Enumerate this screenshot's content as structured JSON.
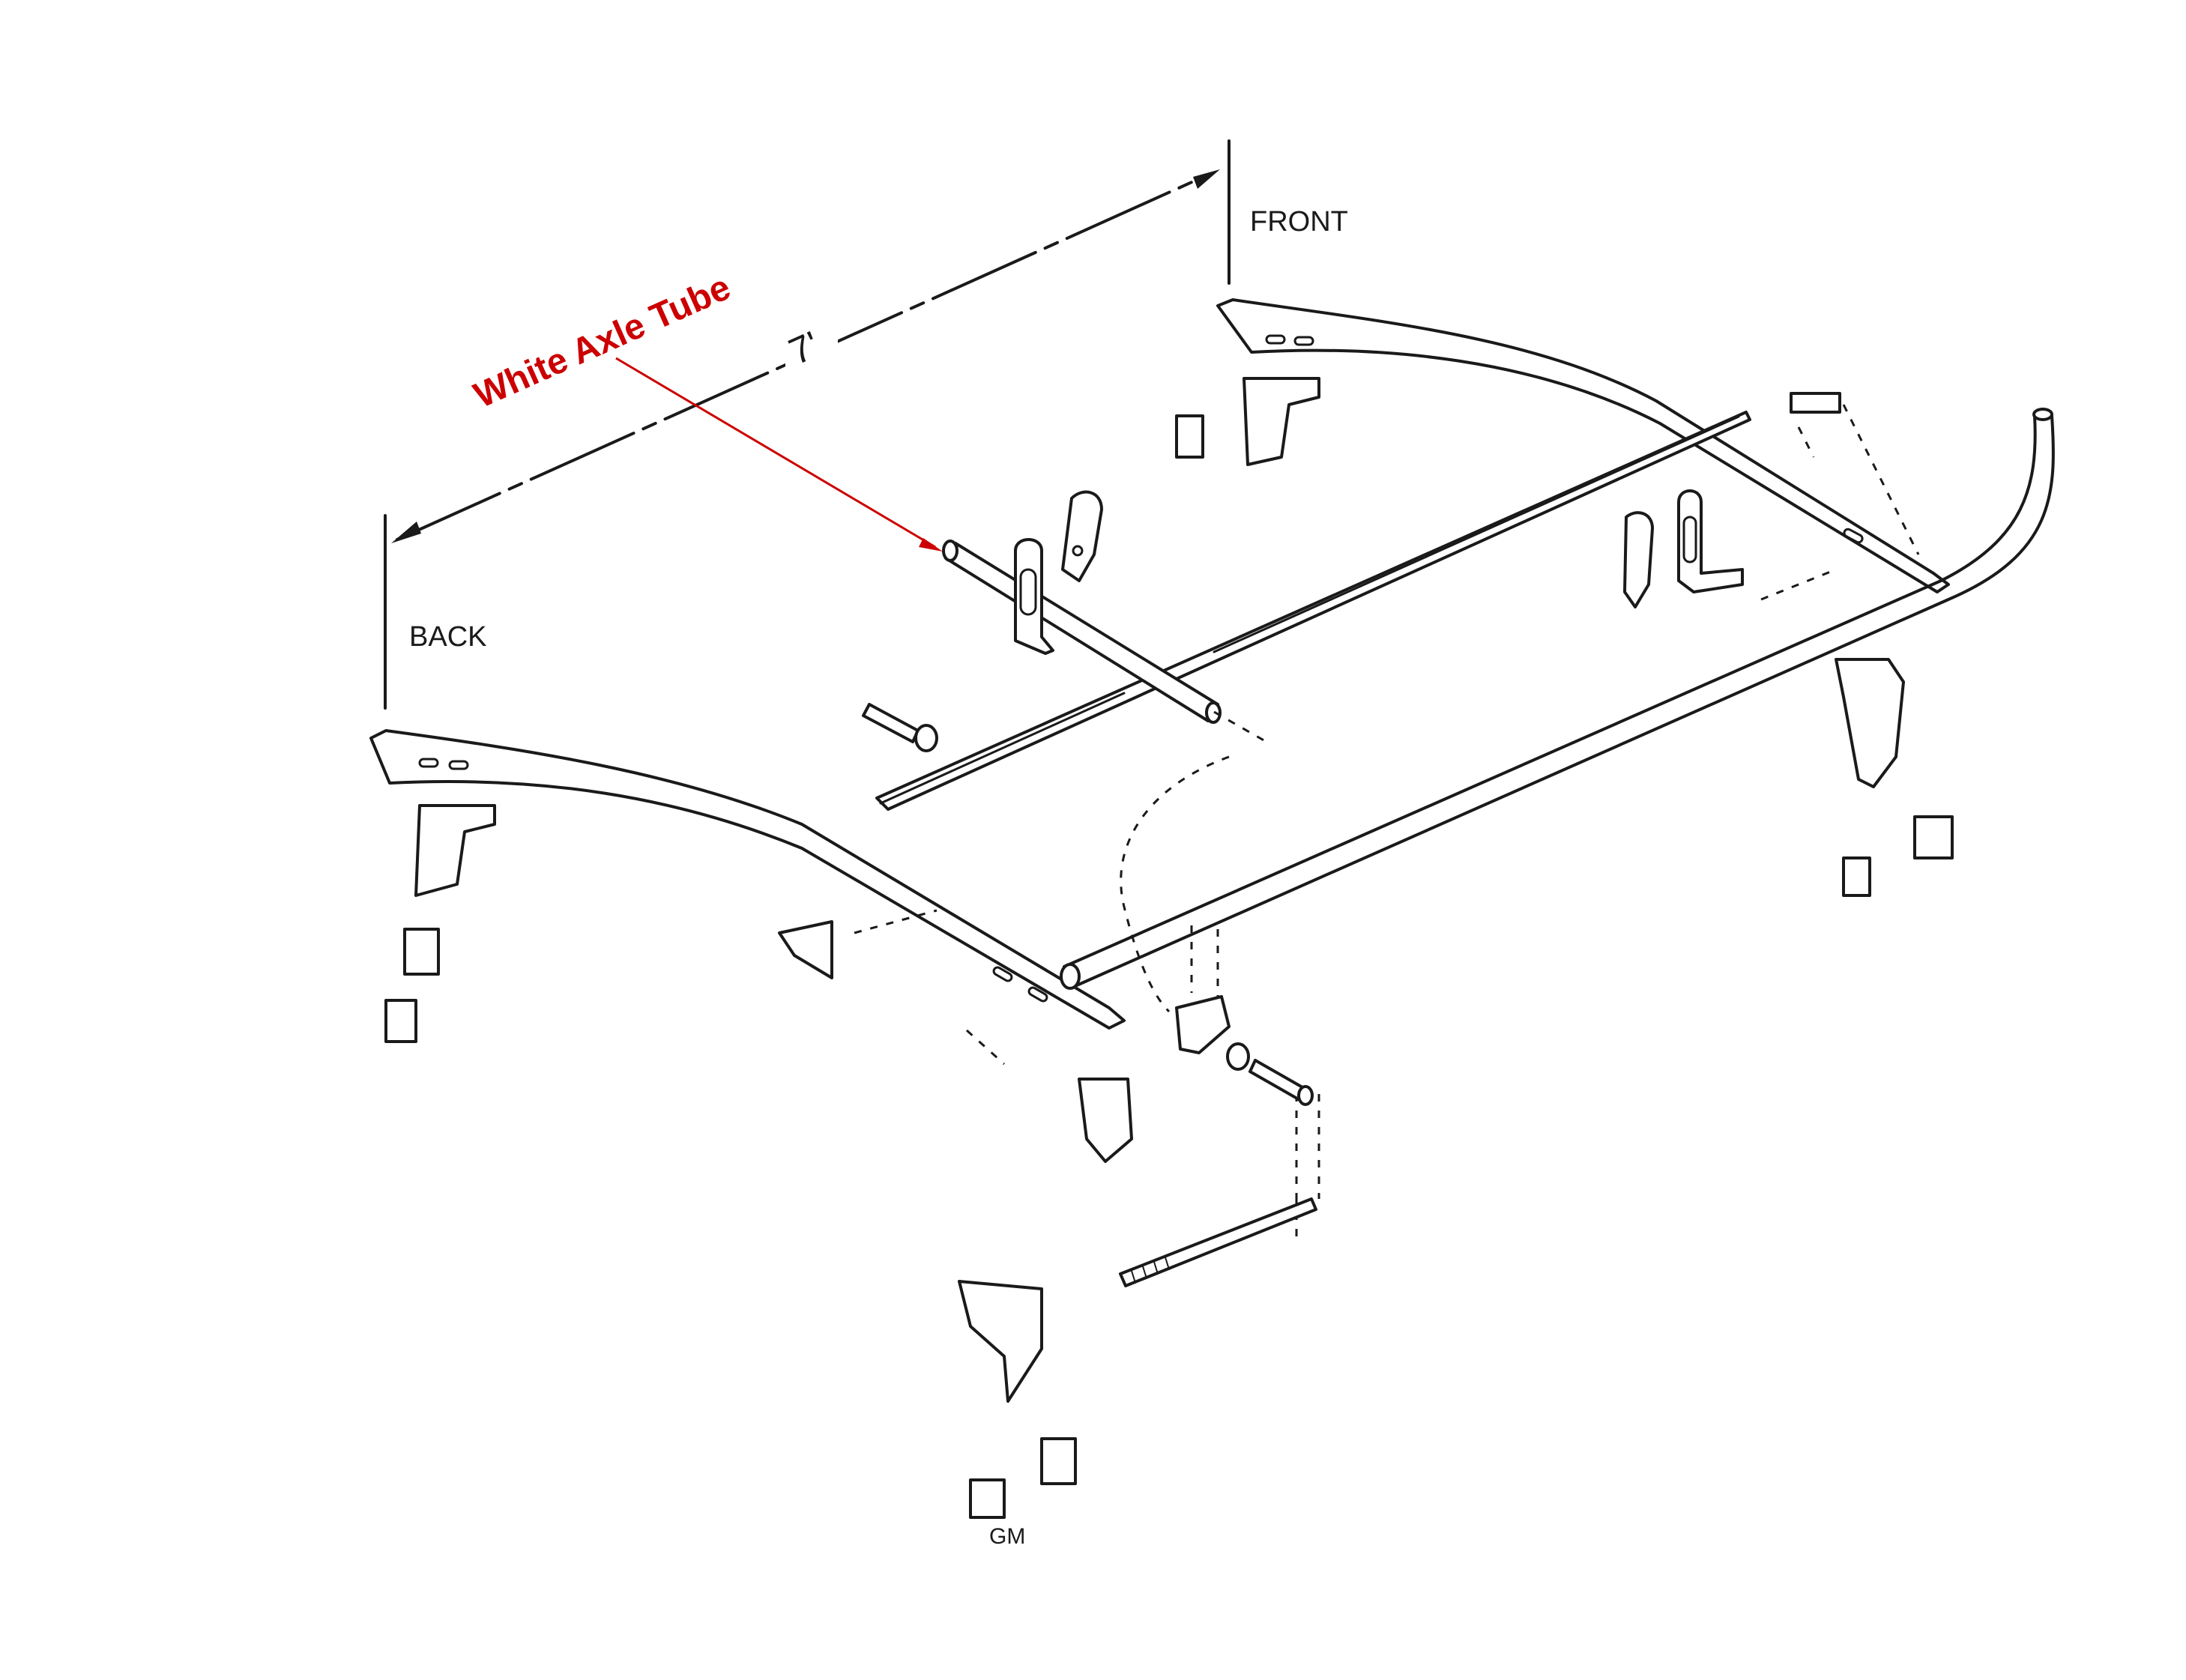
{
  "labels": {
    "front": "FRONT",
    "back": "BACK",
    "length": "7'",
    "maker_mark": "GM"
  },
  "callout": {
    "text": "White Axle Tube",
    "color": "#cc0000"
  }
}
